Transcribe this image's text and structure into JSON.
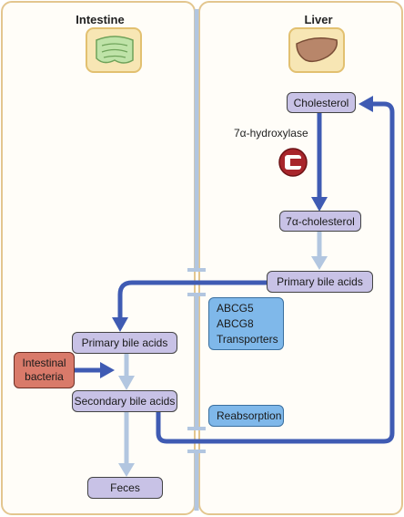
{
  "panels": {
    "intestine_title": "Intestine",
    "liver_title": "Liver"
  },
  "liver": {
    "cholesterol": "Cholesterol",
    "enzyme": "7α-hydroxylase",
    "hydroxy_cholesterol": "7α-cholesterol",
    "primary_bile_acids": "Primary bile acids"
  },
  "intestine": {
    "primary_bile_acids": "Primary bile acids",
    "bacteria_line1": "Intestinal",
    "bacteria_line2": "bacteria",
    "secondary_bile_acids": "Secondary bile acids",
    "feces": "Feces"
  },
  "membrane": {
    "transporters": [
      "ABCG5",
      "ABCG8",
      "Transporters"
    ],
    "reabsorption": "Reabsorption"
  },
  "colors": {
    "panel_border": "#e3c68f",
    "dark_arrow": "#3f5bb3",
    "light_arrow": "#b2c6e0",
    "purple_box": "#c8c2e6",
    "red_box": "#d97a6a",
    "blue_box": "#7fb8ea"
  }
}
